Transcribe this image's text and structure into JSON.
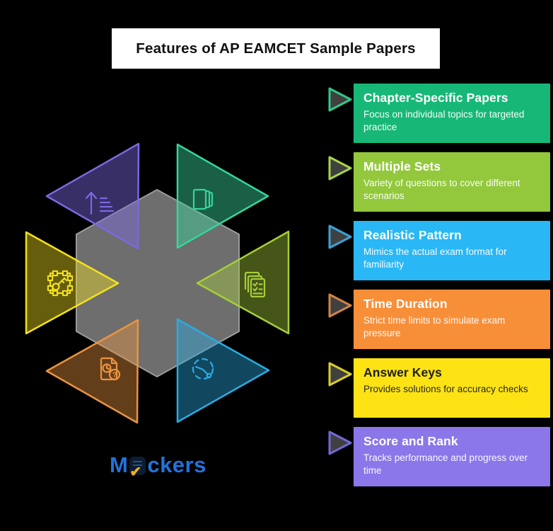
{
  "title": "Features of AP EAMCET Sample Papers",
  "brand": {
    "name": "Mockers",
    "name_prefix": "M",
    "name_suffix": "ckers",
    "color": "#2273db",
    "check_color": "#efad24"
  },
  "styles": {
    "background": "#000000",
    "banner_bg": "#ffffff",
    "banner_text": "#111111",
    "pointer_fill": "#404040"
  },
  "features": [
    {
      "title": "Chapter-Specific Papers",
      "description": "Focus on individual topics for targeted practice",
      "color": "#17b877",
      "pointer_color": "#31c98b",
      "text_color": "#ffffff",
      "icon": "book-icon"
    },
    {
      "title": "Multiple Sets",
      "description": "Variety of questions to cover different scenarios",
      "color": "#93c83d",
      "pointer_color": "#a6d44b",
      "text_color": "#ffffff",
      "icon": "checklist-papers-icon"
    },
    {
      "title": "Realistic Pattern",
      "description": "Mimics the actual exam format for familiarity",
      "color": "#2ab7f5",
      "pointer_color": "#3da2d8",
      "text_color": "#ffffff",
      "icon": "timer-icon"
    },
    {
      "title": "Time Duration",
      "description": "Strict time limits to simulate exam pressure",
      "color": "#f78f39",
      "pointer_color": "#cf8446",
      "text_color": "#ffffff",
      "icon": "document-question-time-icon"
    },
    {
      "title": "Answer Keys",
      "description": "Provides solutions for accuracy checks",
      "color": "#fde314",
      "pointer_color": "#d9cc2d",
      "text_color": "#1c1c1c",
      "icon": "key-frame-icon"
    },
    {
      "title": "Score and Rank",
      "description": "Tracks performance and progress over time",
      "color": "#8b77e9",
      "pointer_color": "#7467d8",
      "text_color": "#ffffff",
      "icon": "sort-ascending-icon"
    }
  ],
  "diagram": {
    "hexagon": {
      "fill": "#6e6e6e",
      "stroke": "#9b9b9b"
    },
    "triangles": [
      {
        "icon": "sort-ascending-icon",
        "color": "#7b68e0"
      },
      {
        "icon": "book-icon",
        "color": "#38d49c"
      },
      {
        "icon": "key-frame-icon",
        "color": "#f2e11f"
      },
      {
        "icon": "checklist-papers-icon",
        "color": "#a6cd39"
      },
      {
        "icon": "document-question-time-icon",
        "color": "#ec9340"
      },
      {
        "icon": "timer-icon",
        "color": "#2babe2"
      }
    ]
  }
}
